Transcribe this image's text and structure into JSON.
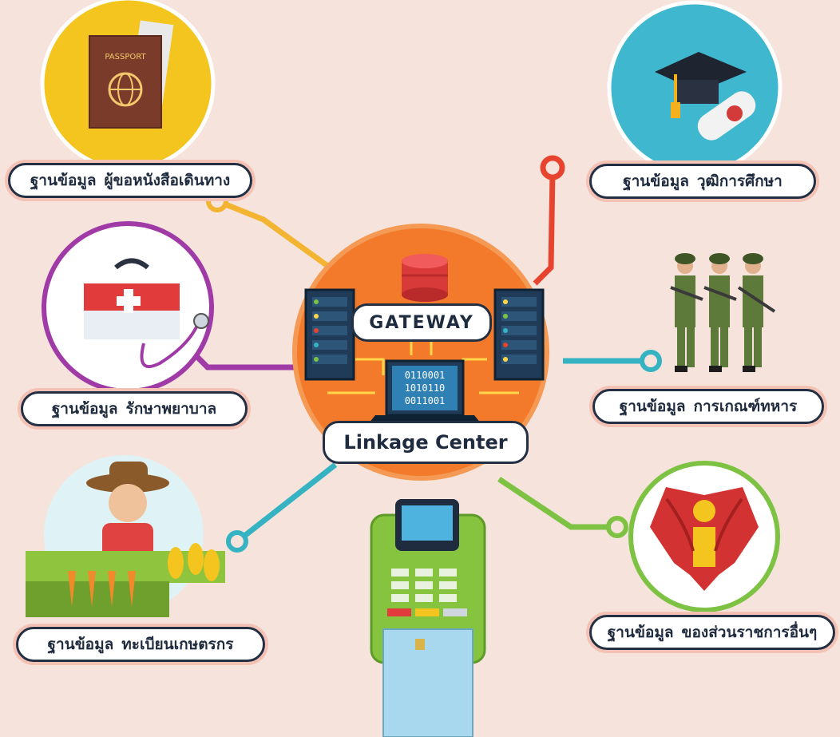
{
  "center": {
    "gateway_label": "GATEWAY",
    "linkage_label": "Linkage Center",
    "binary_lines": [
      "0110001",
      "1010110",
      "0011001"
    ]
  },
  "passport_text": "PASSPORT",
  "nodes": [
    {
      "prefix": "ฐานข้อมูล",
      "name": "ผู้ขอหนังสือเดินทาง",
      "icon": "passport-icon"
    },
    {
      "prefix": "ฐานข้อมูล",
      "name": "วุฒิการศึกษา",
      "icon": "graduation-cap-icon"
    },
    {
      "prefix": "ฐานข้อมูล",
      "name": "รักษาพยาบาล",
      "icon": "medical-kit-icon"
    },
    {
      "prefix": "ฐานข้อมูล",
      "name": "การเกณฑ์ทหาร",
      "icon": "soldiers-icon"
    },
    {
      "prefix": "ฐานข้อมูล",
      "name": "ทะเบียนเกษตรกร",
      "icon": "farmer-icon"
    },
    {
      "prefix": "ฐานข้อมูล",
      "name": "ของส่วนราชการอื่นๆ",
      "icon": "garuda-emblem-icon"
    }
  ],
  "colors": {
    "background": "#f6e4dc",
    "hub": "#f37a2a",
    "line_passport": "#f2b431",
    "line_education": "#e74430",
    "line_medical": "#a03aa6",
    "line_military": "#35b3c2",
    "line_farmer": "#35b3c2",
    "line_government": "#7dc242",
    "pill_border": "#233044"
  }
}
